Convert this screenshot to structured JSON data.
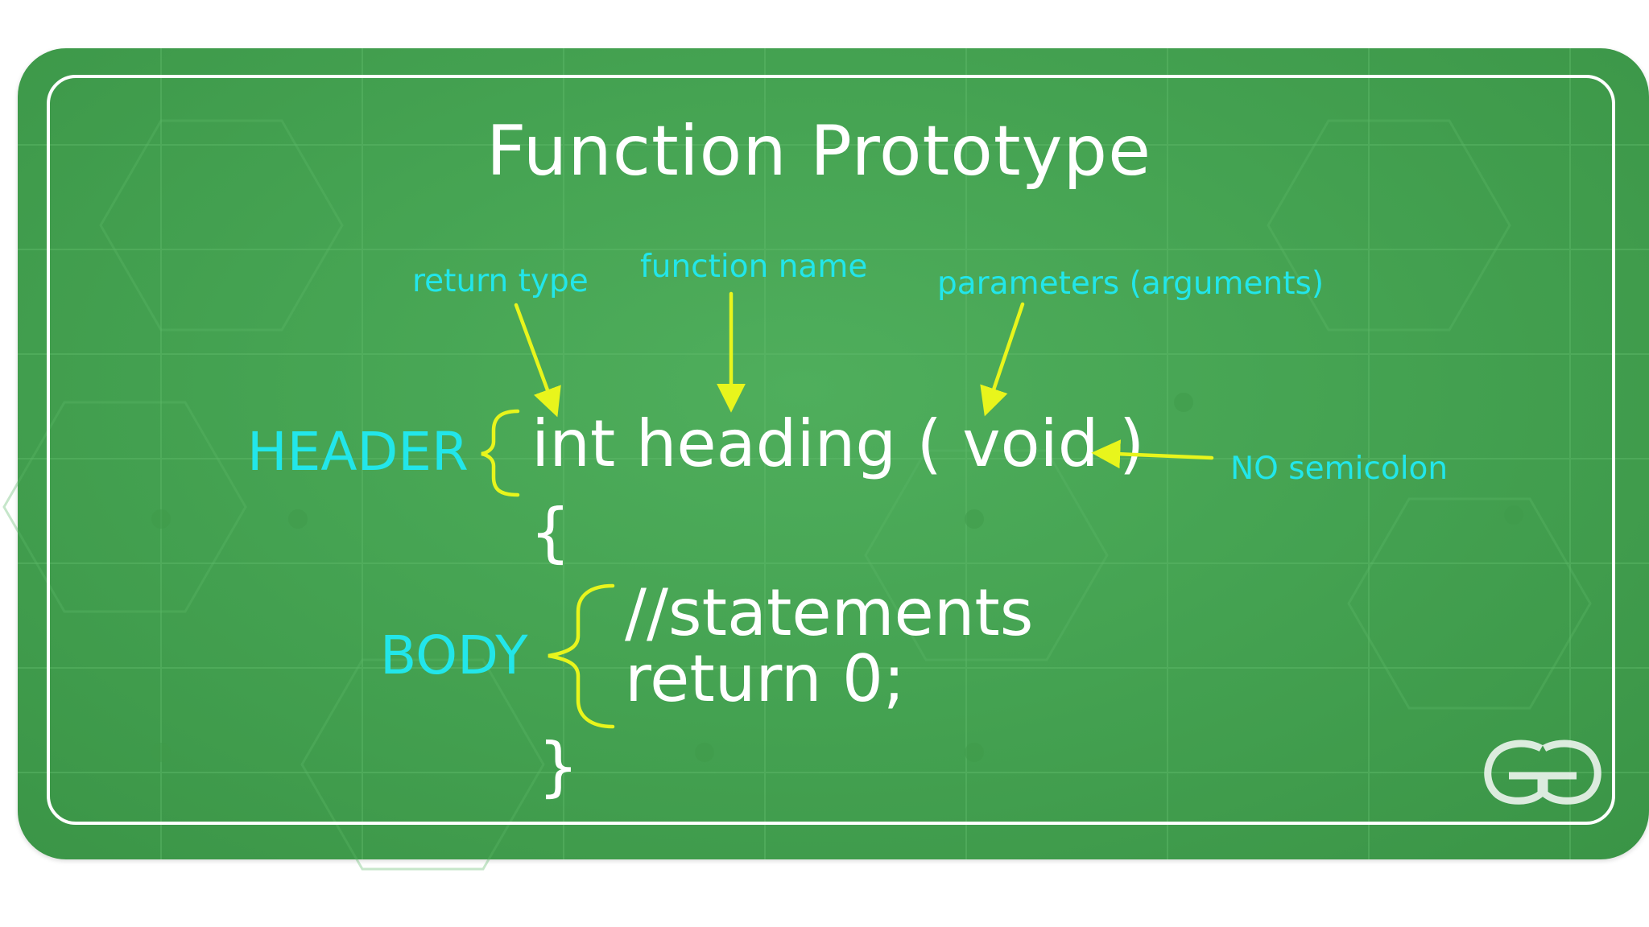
{
  "title": "Function Prototype",
  "annotations": {
    "return_type": "return type",
    "function_name": "function name",
    "parameters": "parameters (arguments)",
    "no_semicolon": "NO semicolon"
  },
  "sections": {
    "header": "HEADER",
    "body": "BODY"
  },
  "code": {
    "signature": "int heading ( void )",
    "open_brace": "{",
    "statement_comment": "//statements",
    "return_statement": "return 0;",
    "close_brace": "}"
  },
  "logo": {
    "name": "gfg-logo"
  },
  "colors": {
    "background_green": "#45a352",
    "label_cyan": "#22e6ea",
    "arrow_yellow": "#e8f51c",
    "text_white": "#ffffff"
  }
}
